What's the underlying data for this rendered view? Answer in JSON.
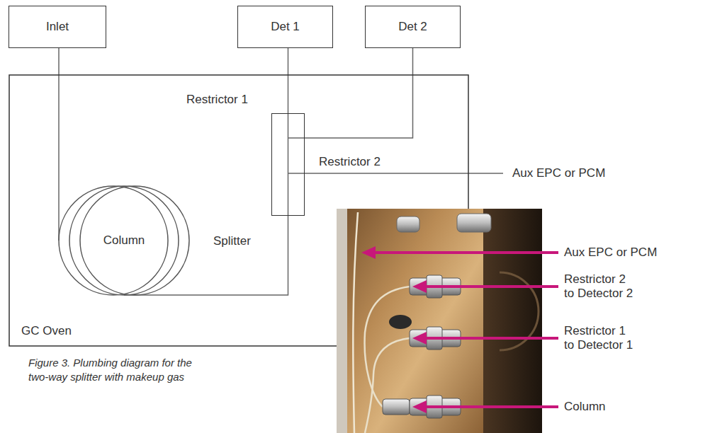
{
  "diagram": {
    "caption": "Figure 3. Plumbing diagram for the two-way splitter with makeup gas",
    "nodes": [
      {
        "text": [
          "Inlet"
        ]
      },
      {
        "text": [
          "Det 1"
        ]
      },
      {
        "text": [
          "Det 2"
        ]
      },
      {
        "text": [
          "GC Oven"
        ]
      },
      {
        "text": [
          "Splitter"
        ],
        "in": 3
      },
      {
        "text": [
          "Column"
        ],
        "in": 3
      }
    ],
    "edges": [
      {
        "from": 0,
        "to": 5,
        "arrow": "none"
      },
      {
        "from": 5,
        "to": 4,
        "arrow": "none"
      },
      {
        "from": 4,
        "to": 1,
        "arrow": "none"
      },
      {
        "from": 4,
        "to": 2,
        "arrow": "none"
      }
    ],
    "labels": [
      "Restrictor 1",
      "Restrictor 2",
      "Aux EPC or PCM",
      "Aux EPC or PCM",
      "Restrictor 2 to Detector 2",
      "Restrictor 1 to Detector 1",
      "Column"
    ]
  }
}
